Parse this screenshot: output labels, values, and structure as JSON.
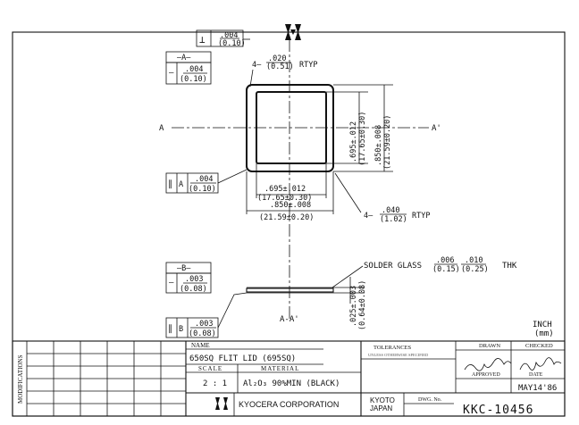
{
  "top_tolerance": {
    "symbol": "⊥",
    "value": ".004",
    "metric": "(0.10)"
  },
  "datum_a": {
    "label": "—A—",
    "symbol": "—",
    "value": ".004",
    "metric": "(0.10)"
  },
  "corner_radius_top": {
    "prefix": "4—",
    "value": ".020",
    "metric": "(0.51)",
    "suffix": "RTYP"
  },
  "section_label_left": "A",
  "section_label_right": "A'",
  "dim_vertical_inner": {
    "value": ".695±.012",
    "metric": "(17.65±0.30)"
  },
  "dim_vertical_outer": {
    "value": ".850±.008",
    "metric": "(21.59±0.20)"
  },
  "parallel_a": {
    "symbol": "∥",
    "datum": "A",
    "value": ".004",
    "metric": "(0.10)"
  },
  "dim_horizontal_inner": {
    "value": ".695±.012",
    "metric": "(17.65±0.30)"
  },
  "dim_horizontal_outer": {
    "value": ".850±.008",
    "metric": "(21.59±0.20)"
  },
  "corner_radius_bottom": {
    "prefix": "4—",
    "value": ".040",
    "metric": "(1.02)",
    "suffix": "RTYP"
  },
  "datum_b": {
    "label": "—B—",
    "symbol": "—",
    "value": ".003",
    "metric": "(0.08)"
  },
  "solder_glass": {
    "text": "SOLDER GLASS",
    "v1": ".006",
    "m1": "(0.15)",
    "v2": ".010",
    "m2": "(0.25)",
    "suffix": "THK"
  },
  "thickness": {
    "value": ".025±.003",
    "metric": "(0.64±0.08)"
  },
  "section_view_label": "A-A'",
  "parallel_b": {
    "symbol": "∥",
    "datum": "B",
    "value": ".003",
    "metric": "(0.08)"
  },
  "units": {
    "line1": "INCH",
    "line2": "(mm)"
  },
  "title_block": {
    "modifications": "MODIFICATIONS",
    "name_header": "NAME",
    "name_value": "650SQ FLIT LID (695SQ)",
    "scale_header": "SCALE",
    "scale_value": "2 : 1",
    "material_header": "MATERIAL",
    "material_value": "Al₂O₃ 90%MIN (BLACK)",
    "tolerances_header": "TOLERANCES",
    "tolerances_note": "UNLESS OTHERWISE SPECIFIED",
    "drawn_header": "DRAWN",
    "checked_header": "CHECKED",
    "approved_header": "APPROVED",
    "date_header": "DATE",
    "date_value": "MAY14'86",
    "company": "KYOCERA CORPORATION",
    "city": "KYOTO",
    "country": "JAPAN",
    "dwg_no_header": "DWG. No.",
    "dwg_no_value": "KKC-10456"
  }
}
